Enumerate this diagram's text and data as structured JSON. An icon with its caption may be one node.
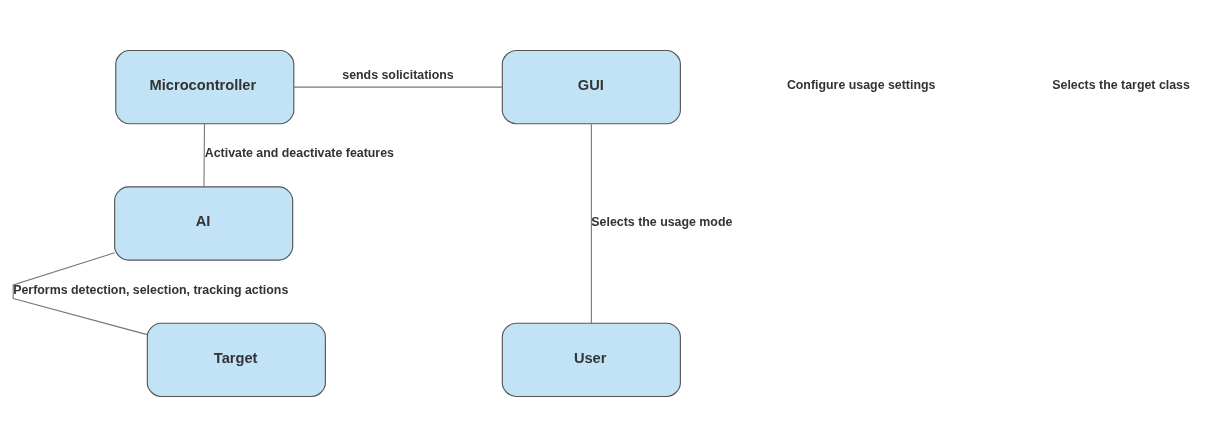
{
  "diagram": {
    "nodes": [
      {
        "text": [
          "Microcontroller"
        ]
      },
      {
        "text": [
          "GUI"
        ]
      },
      {
        "text": [
          "AI"
        ]
      },
      {
        "text": [
          "Target"
        ]
      },
      {
        "text": [
          "User"
        ]
      }
    ],
    "edges": [
      {
        "from": 2,
        "to": 0,
        "arrow": "none",
        "label": "Activate and deactivate features"
      },
      {
        "from": 0,
        "to": 1,
        "arrow": "none",
        "label": "sends solicitations"
      },
      {
        "from": 2,
        "to": 3,
        "arrow": "none",
        "label": "Performs detection, selection, tracking actions"
      },
      {
        "from": 1,
        "to": 4,
        "arrow": "none",
        "label": "Selects the usage mode"
      }
    ],
    "labels": [
      "Configure usage settings",
      "Selects the target class"
    ]
  }
}
